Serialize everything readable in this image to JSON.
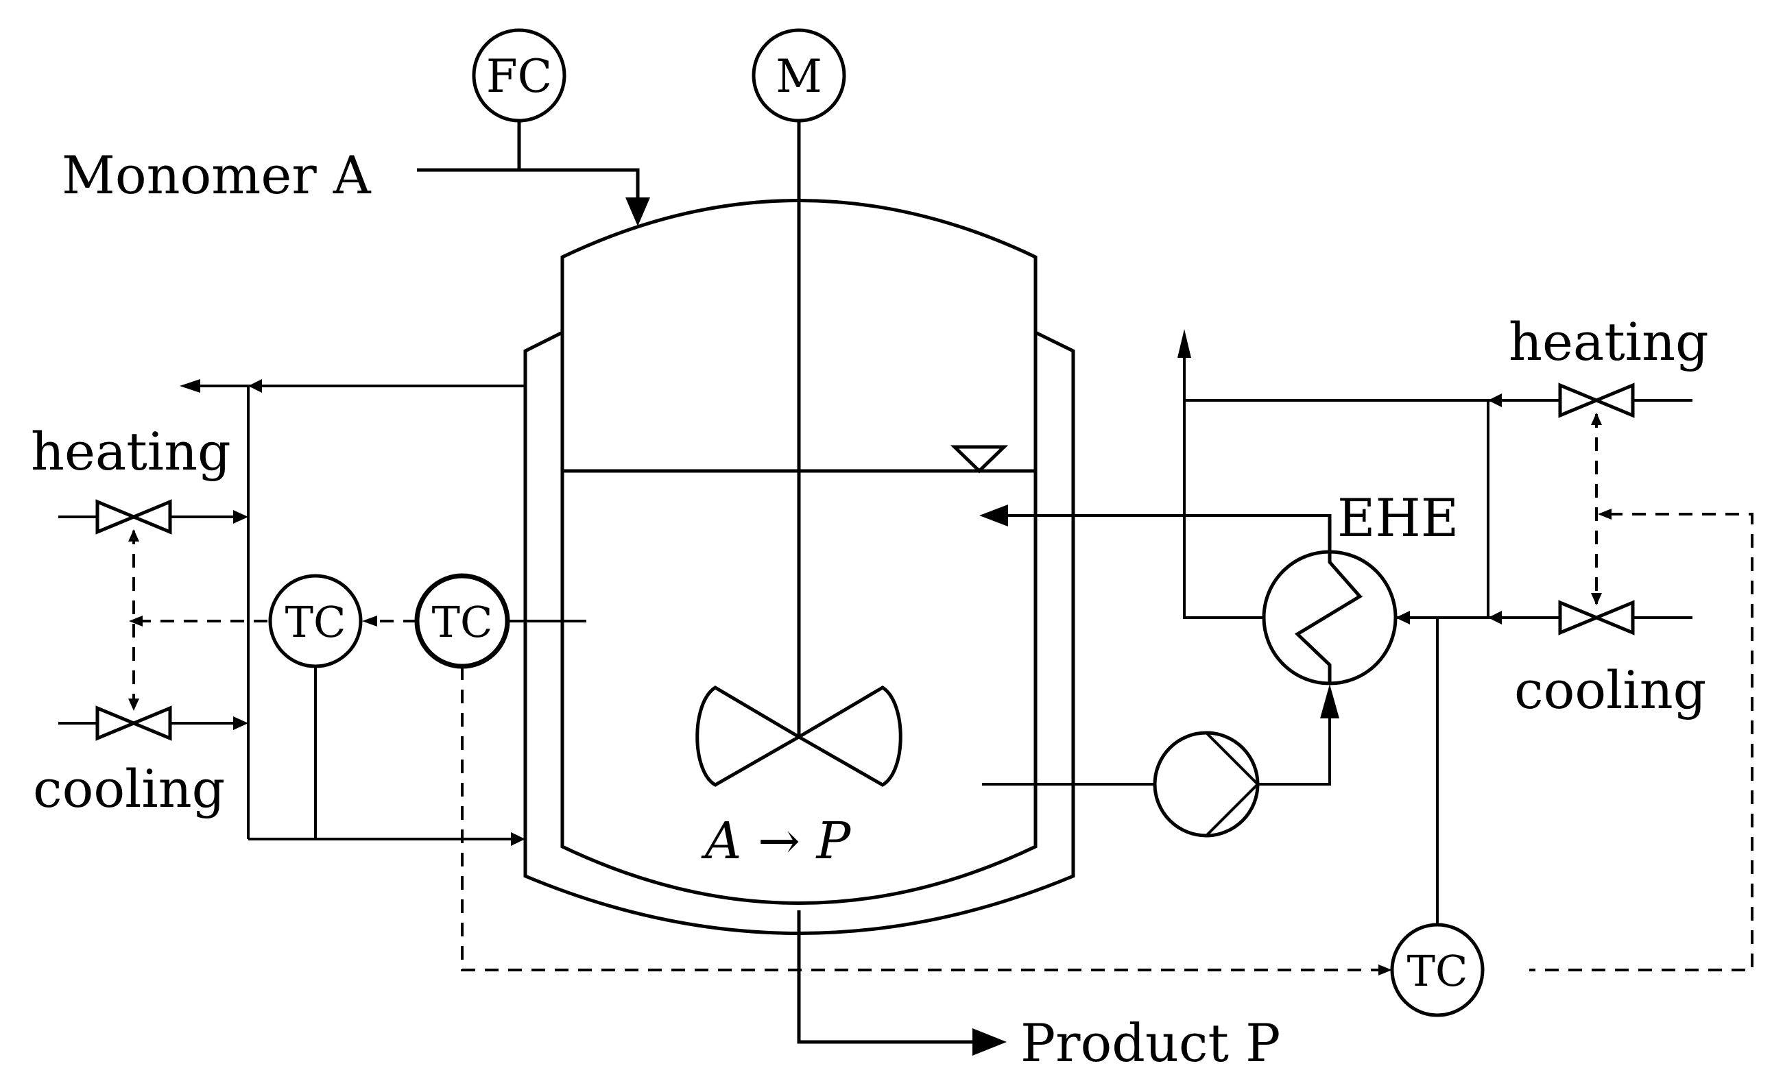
{
  "labels": {
    "monomer_feed": "Monomer A",
    "product": "Product P",
    "reaction": "A → P",
    "heat_exchanger": "EHE",
    "left_heating": "heating",
    "left_cooling": "cooling",
    "right_heating": "heating",
    "right_cooling": "cooling"
  },
  "instruments": {
    "flow_controller": "FC",
    "motor": "M",
    "tc_reactor": "TC",
    "tc_jacket": "TC",
    "tc_external": "TC"
  },
  "colors": {
    "line": "#000000",
    "background": "#ffffff"
  }
}
